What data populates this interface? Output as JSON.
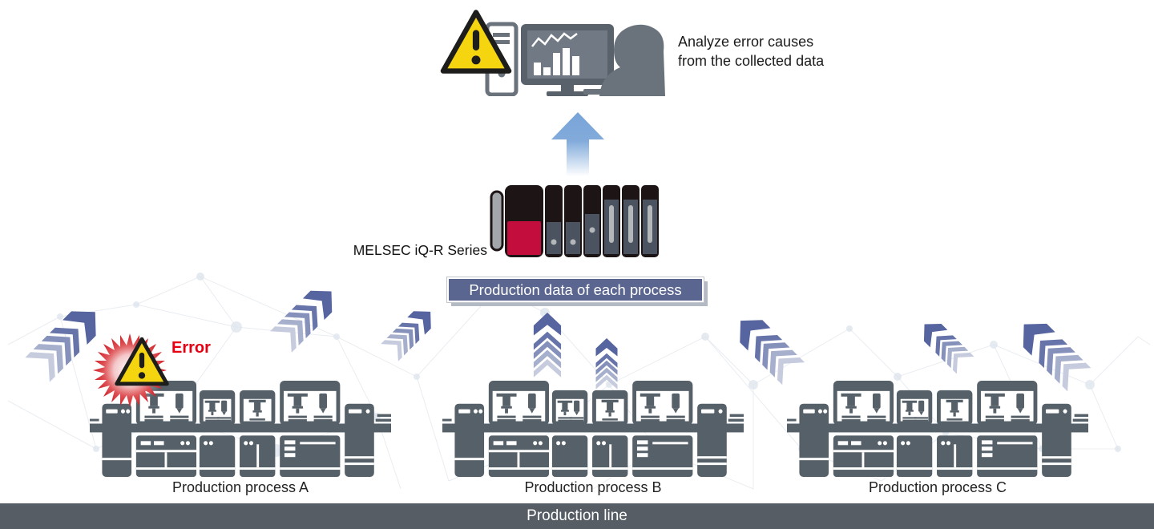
{
  "analysis": {
    "caption_line1": "Analyze error causes",
    "caption_line2": "from the collected data"
  },
  "plc": {
    "label": "MELSEC iQ-R Series"
  },
  "banner": {
    "label": "Production data of each process"
  },
  "error": {
    "label": "Error"
  },
  "processes": [
    {
      "label": "Production process A"
    },
    {
      "label": "Production process B"
    },
    {
      "label": "Production process C"
    }
  ],
  "production_line": {
    "label": "Production line"
  },
  "colors": {
    "machine_gray": "#566068",
    "banner_blue": "#5a6590",
    "bottom_bar_gray": "#565d64",
    "plc_red": "#c30d3c",
    "plc_black": "#1d1416",
    "plc_slate": "#4a535f",
    "warning_yellow": "#f5d410",
    "error_red": "#e60012",
    "burst_red": "#d2242b",
    "arrow_slate": "#56649f",
    "big_arrow_blue": "#79a4d8",
    "illustration_gray": "#6a727b",
    "mesh_line": "#e9edf2"
  },
  "icons": {
    "warning": "warning-triangle-icon",
    "upload_arrow": "up-arrow-icon",
    "data_flow": "chevron-arrow-icon",
    "plc": "melsec-plc-icon",
    "workstation": "analysis-workstation-icon",
    "machines": "production-machines-icon",
    "burst": "error-burst-icon"
  }
}
